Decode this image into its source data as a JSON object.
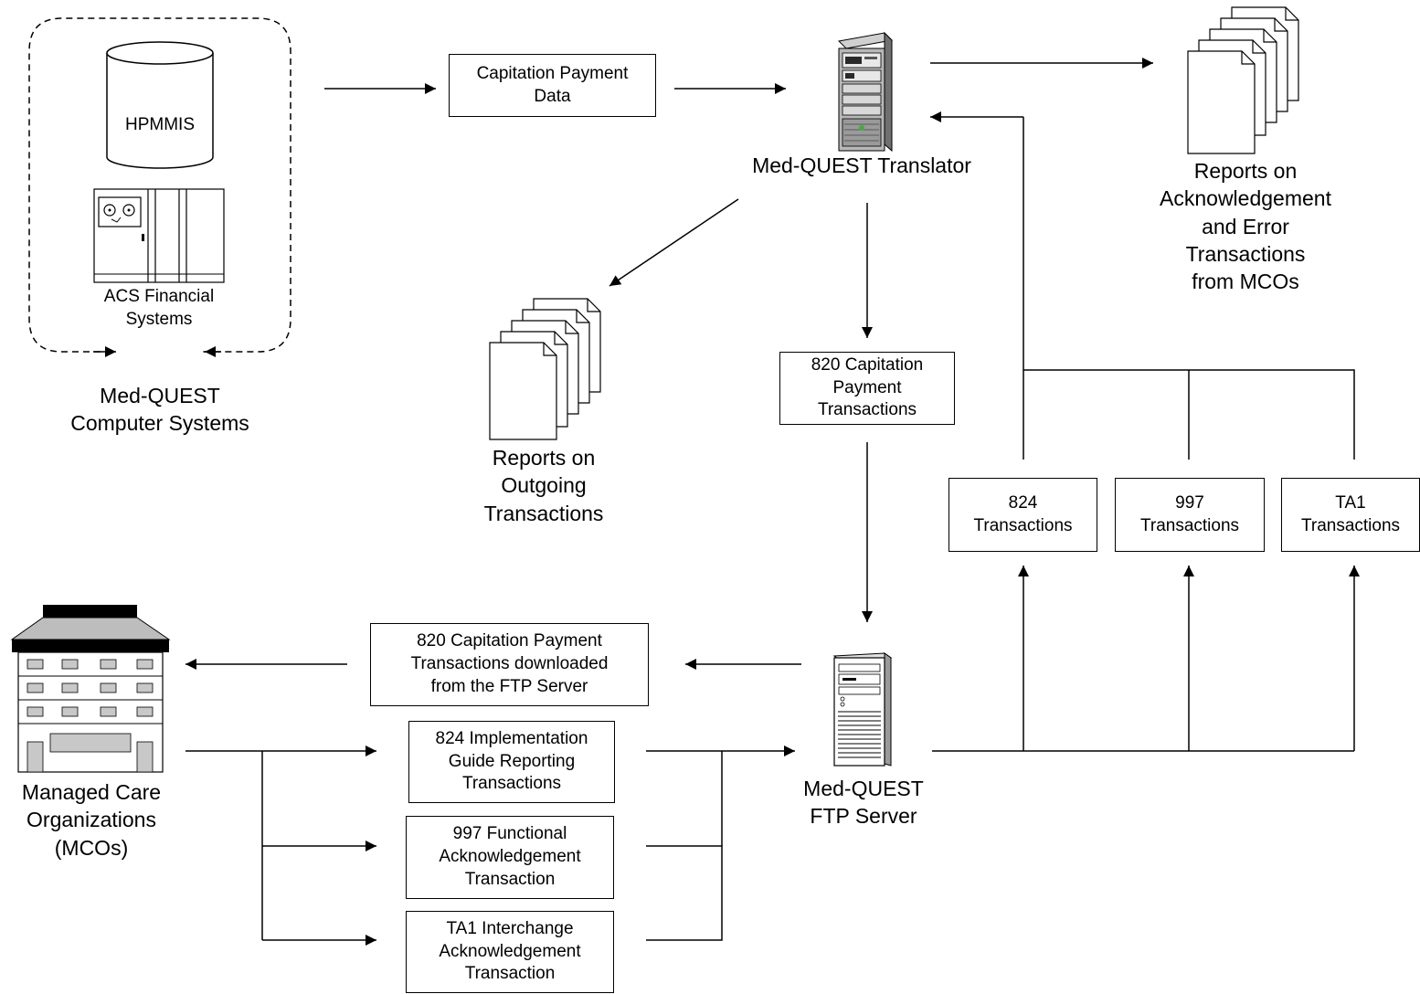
{
  "systems_group": {
    "database_label": "HPMMIS",
    "financial_label": "ACS Financial\nSystems",
    "group_label": "Med-QUEST\nComputer Systems"
  },
  "capitation_data_label": "Capitation Payment\nData",
  "translator_label": "Med-QUEST Translator",
  "ack_reports_label": "Reports on\nAcknowledgement\nand Error\nTransactions\nfrom MCOs",
  "outgoing_reports_label": "Reports on\nOutgoing\nTransactions",
  "capitation_820_label": "820 Capitation\nPayment\nTransactions",
  "transaction_types": [
    {
      "label": "824\nTransactions"
    },
    {
      "label": "997\nTransactions"
    },
    {
      "label": "TA1\nTransactions"
    }
  ],
  "ftp_server_label": "Med-QUEST\nFTP Server",
  "download_820_label": "820 Capitation Payment\nTransactions downloaded\nfrom the FTP Server",
  "mco_outbound": [
    {
      "label": "824 Implementation\nGuide Reporting\nTransactions"
    },
    {
      "label": "997 Functional\nAcknowledgement\nTransaction"
    },
    {
      "label": "TA1 Interchange\nAcknowledgement\nTransaction"
    }
  ],
  "mco_label": "Managed Care\nOrganizations\n(MCOs)",
  "icons": [
    "database-icon",
    "mainframe-icon",
    "server-tower-icon",
    "document-stack-icon",
    "ftp-server-icon",
    "office-building-icon"
  ]
}
